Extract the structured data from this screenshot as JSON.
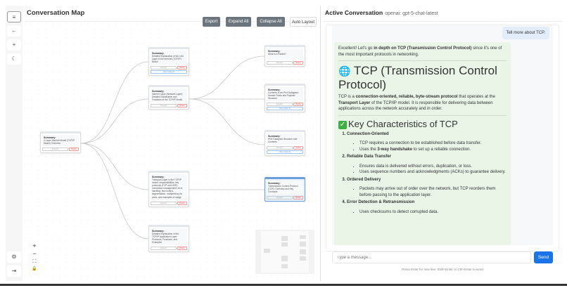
{
  "toolbar": {
    "icons": [
      "menu-icon",
      "back-arrow-icon",
      "plus-icon",
      "moon-icon"
    ],
    "bottom_icons": [
      "settings-icon",
      "logout-icon"
    ]
  },
  "map": {
    "title": "Conversation Map",
    "actions": {
      "export": "Export",
      "expand_all": "Expand All",
      "collapse_all": "Collapse All",
      "auto_layout": "Auto Layout"
    },
    "node_labels": {
      "summary": "Summary:",
      "expand": "Expand",
      "delete": "Delete",
      "view_code": "View Code (1)"
    },
    "nodes": [
      {
        "id": "root",
        "text": "4-Layer Internet Model (TCP/IP Model) Overview",
        "view_code": false,
        "selected": false
      },
      {
        "id": "link",
        "text": "Detailed Explanation of the Link Layer in the Internet (TCP/IP) Model",
        "view_code": true,
        "selected": false
      },
      {
        "id": "internet",
        "text": "Internet Layer (Network Layer): Detailed Explanation and Functions in the TCP/IP Model",
        "view_code": false,
        "selected": false
      },
      {
        "id": "transport",
        "text": "Transport Layer in the TCP/IP model: responsibilities, key protocols (TCP and UDP), connection management, error handling, flow control, segmentation, multiplexing via ports, and examples of usage",
        "view_code": false,
        "selected": false
      },
      {
        "id": "application",
        "text": "Detailed Explanation of the TCP/IP Application Layer: Protocols, Functions, and Examples",
        "view_code": false,
        "selected": false
      },
      {
        "id": "packet",
        "text": "What is a Packet?",
        "view_code": false,
        "selected": false
      },
      {
        "id": "ipv4contents",
        "text": "Contents of an IPv4 Datagram: Header Fields and Payload Structure",
        "view_code": true,
        "selected": false
      },
      {
        "id": "ipv4structure",
        "text": "IPv4 Datagram Structure and Contents",
        "view_code": true,
        "selected": false
      },
      {
        "id": "tcp",
        "text": "Transmission Control Protocol (TCP): Overview and Key Concepts",
        "view_code": false,
        "selected": true
      }
    ],
    "zoom_controls": {
      "zoom_in": "+",
      "zoom_out": "−",
      "fit": "⛶",
      "lock": "🔒"
    }
  },
  "chat": {
    "title": "Active Conversation",
    "model": "openai: gpt-5-chat-latest",
    "user_message": "Tell more about TCP.",
    "assistant": {
      "intro_pre": "Excellent! Let's go ",
      "intro_bold": "in depth on TCP (Transmission Control Protocol)",
      "intro_post": " since it's one of the most important protocols in networking.",
      "h1_emoji": "🌐",
      "h1": "TCP (Transmission Control Protocol)",
      "p1_a": "TCP is a ",
      "p1_b": "connection-oriented, reliable, byte-stream protocol",
      "p1_c": " that operates at the ",
      "p1_d": "Transport Layer",
      "p1_e": " of the TCP/IP model. It is responsible for delivering data between applications across the network accurately and in order.",
      "h2_emoji": "✓",
      "h2": "Key Characteristics of TCP",
      "items": [
        {
          "title": "Connection-Oriented",
          "bullets": [
            "TCP requires a connection to be established before data transfer."
          ],
          "b2_pre": "Uses the ",
          "b2_bold": "3-way handshake",
          "b2_post": " to set up a reliable connection."
        },
        {
          "title": "Reliable Data Transfer",
          "bullets": [
            "Ensures data is delivered without errors, duplication, or loss.",
            "Uses sequence numbers and acknowledgments (ACKs) to guarantee delivery."
          ]
        },
        {
          "title": "Ordered Delivery",
          "bullets": [
            "Packets may arrive out of order over the network, but TCP reorders them before passing to the application layer."
          ]
        },
        {
          "title": "Error Detection & Retransmission",
          "bullets": [
            "Uses checksums to detect corrupted data."
          ]
        }
      ]
    },
    "input_placeholder": "Type a message...",
    "send": "Send",
    "hint": "Press Enter for new line, Shift+Enter or Ctrl+Enter to send"
  }
}
